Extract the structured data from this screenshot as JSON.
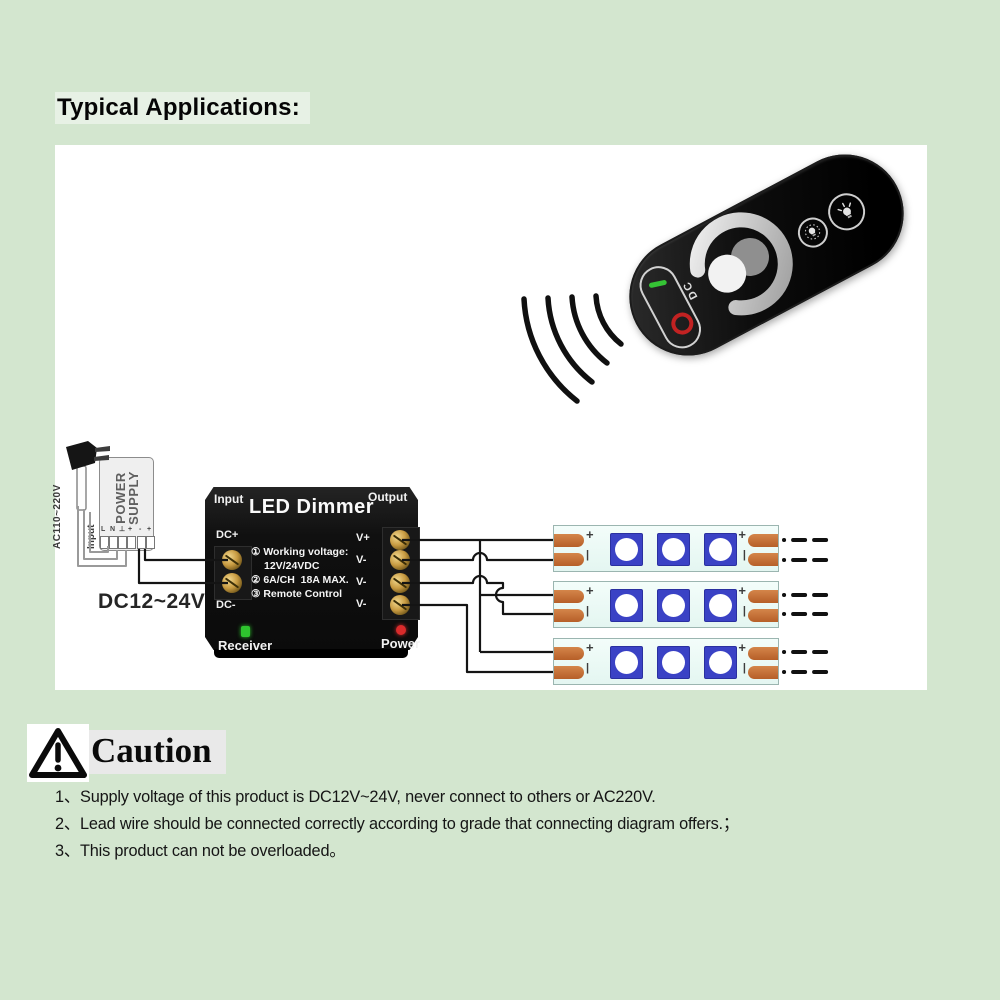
{
  "heading": "Typical Applications:",
  "remote": {
    "dc_label": "DC"
  },
  "power_supply": {
    "name_line1": "POWER",
    "name_line2": "SUPPLY",
    "input_label": "Input",
    "ac_label": "AC110~220V",
    "dc_label": "DC12~24V",
    "in_marks": [
      "L",
      "N",
      "⊥",
      "+"
    ],
    "out_marks": [
      "-",
      "+"
    ]
  },
  "dimmer": {
    "input_label": "Input",
    "output_label": "Output",
    "title": "LED Dimmer",
    "dc_plus_label": "DC+",
    "dc_minus_label": "DC-",
    "spec_lines": [
      "① Working voltage:",
      "12V/24VDC",
      "② 6A/CH  18A MAX.",
      "③ Remote Control"
    ],
    "output_terminals": [
      "V+",
      "V-",
      "V-",
      "V-"
    ],
    "receiver_label": "Receiver",
    "power_label": "Power"
  },
  "led_strip": {
    "plus_mark": "+",
    "minus_mark": "|"
  },
  "caution": {
    "title": "Caution",
    "items": [
      "1、Supply voltage of this product is DC12V~24V, never connect to others or AC220V.",
      "2、Lead wire should be connected correctly according to grade that connecting diagram offers.；",
      "3、This product can not be overloaded。"
    ]
  },
  "colors": {
    "background": "#d3e6cf",
    "panel": "#ffffff",
    "wire": "#141414",
    "copper_pad": "#c4713a",
    "led_blue": "#3a42c5",
    "power_led_red": "#d92b2b",
    "receiver_led_green": "#2ec52e",
    "remote_on_green": "#35c435",
    "remote_off_red": "#c22222"
  }
}
